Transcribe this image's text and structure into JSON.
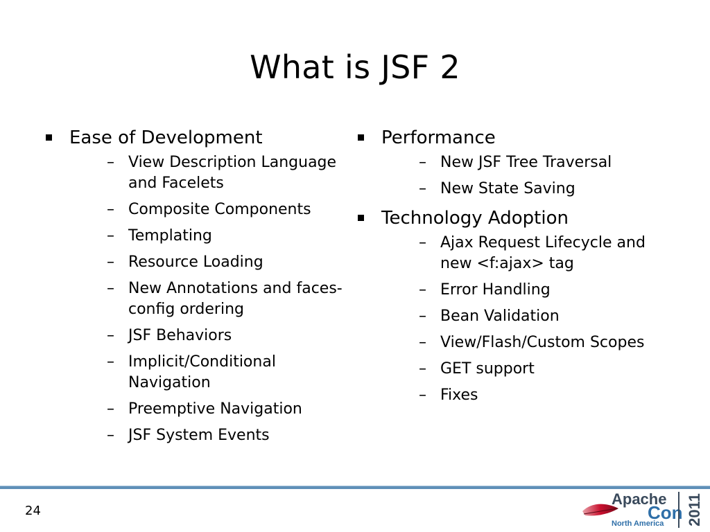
{
  "slide": {
    "title": "What is JSF 2",
    "page_number": "24"
  },
  "columns": [
    {
      "items": [
        {
          "label": "Ease of Development",
          "subitems": [
            "View Description Language and Facelets",
            "Composite Components",
            "Templating",
            "Resource Loading",
            "New Annotations and faces-config ordering",
            "JSF Behaviors",
            "Implicit/Conditional Navigation",
            "Preemptive Navigation",
            "JSF System Events"
          ]
        }
      ]
    },
    {
      "items": [
        {
          "label": "Performance",
          "subitems": [
            "New JSF Tree Traversal",
            "New State Saving"
          ]
        },
        {
          "label": "Technology Adoption",
          "subitems": [
            "Ajax Request Lifecycle and new <f:ajax> tag",
            "Error Handling",
            "Bean Validation",
            "View/Flash/Custom Scopes",
            "GET support",
            "Fixes"
          ]
        }
      ]
    }
  ],
  "logo": {
    "apache": "Apache",
    "con": "Con",
    "region": "North America",
    "year": "2011"
  },
  "glyphs": {
    "dash": "–"
  },
  "colors": {
    "footer_rule": "#5f8fb8",
    "logo_dark": "#3a4a5c",
    "logo_blue": "#2f6fa8",
    "feather_red": "#c8102e"
  }
}
